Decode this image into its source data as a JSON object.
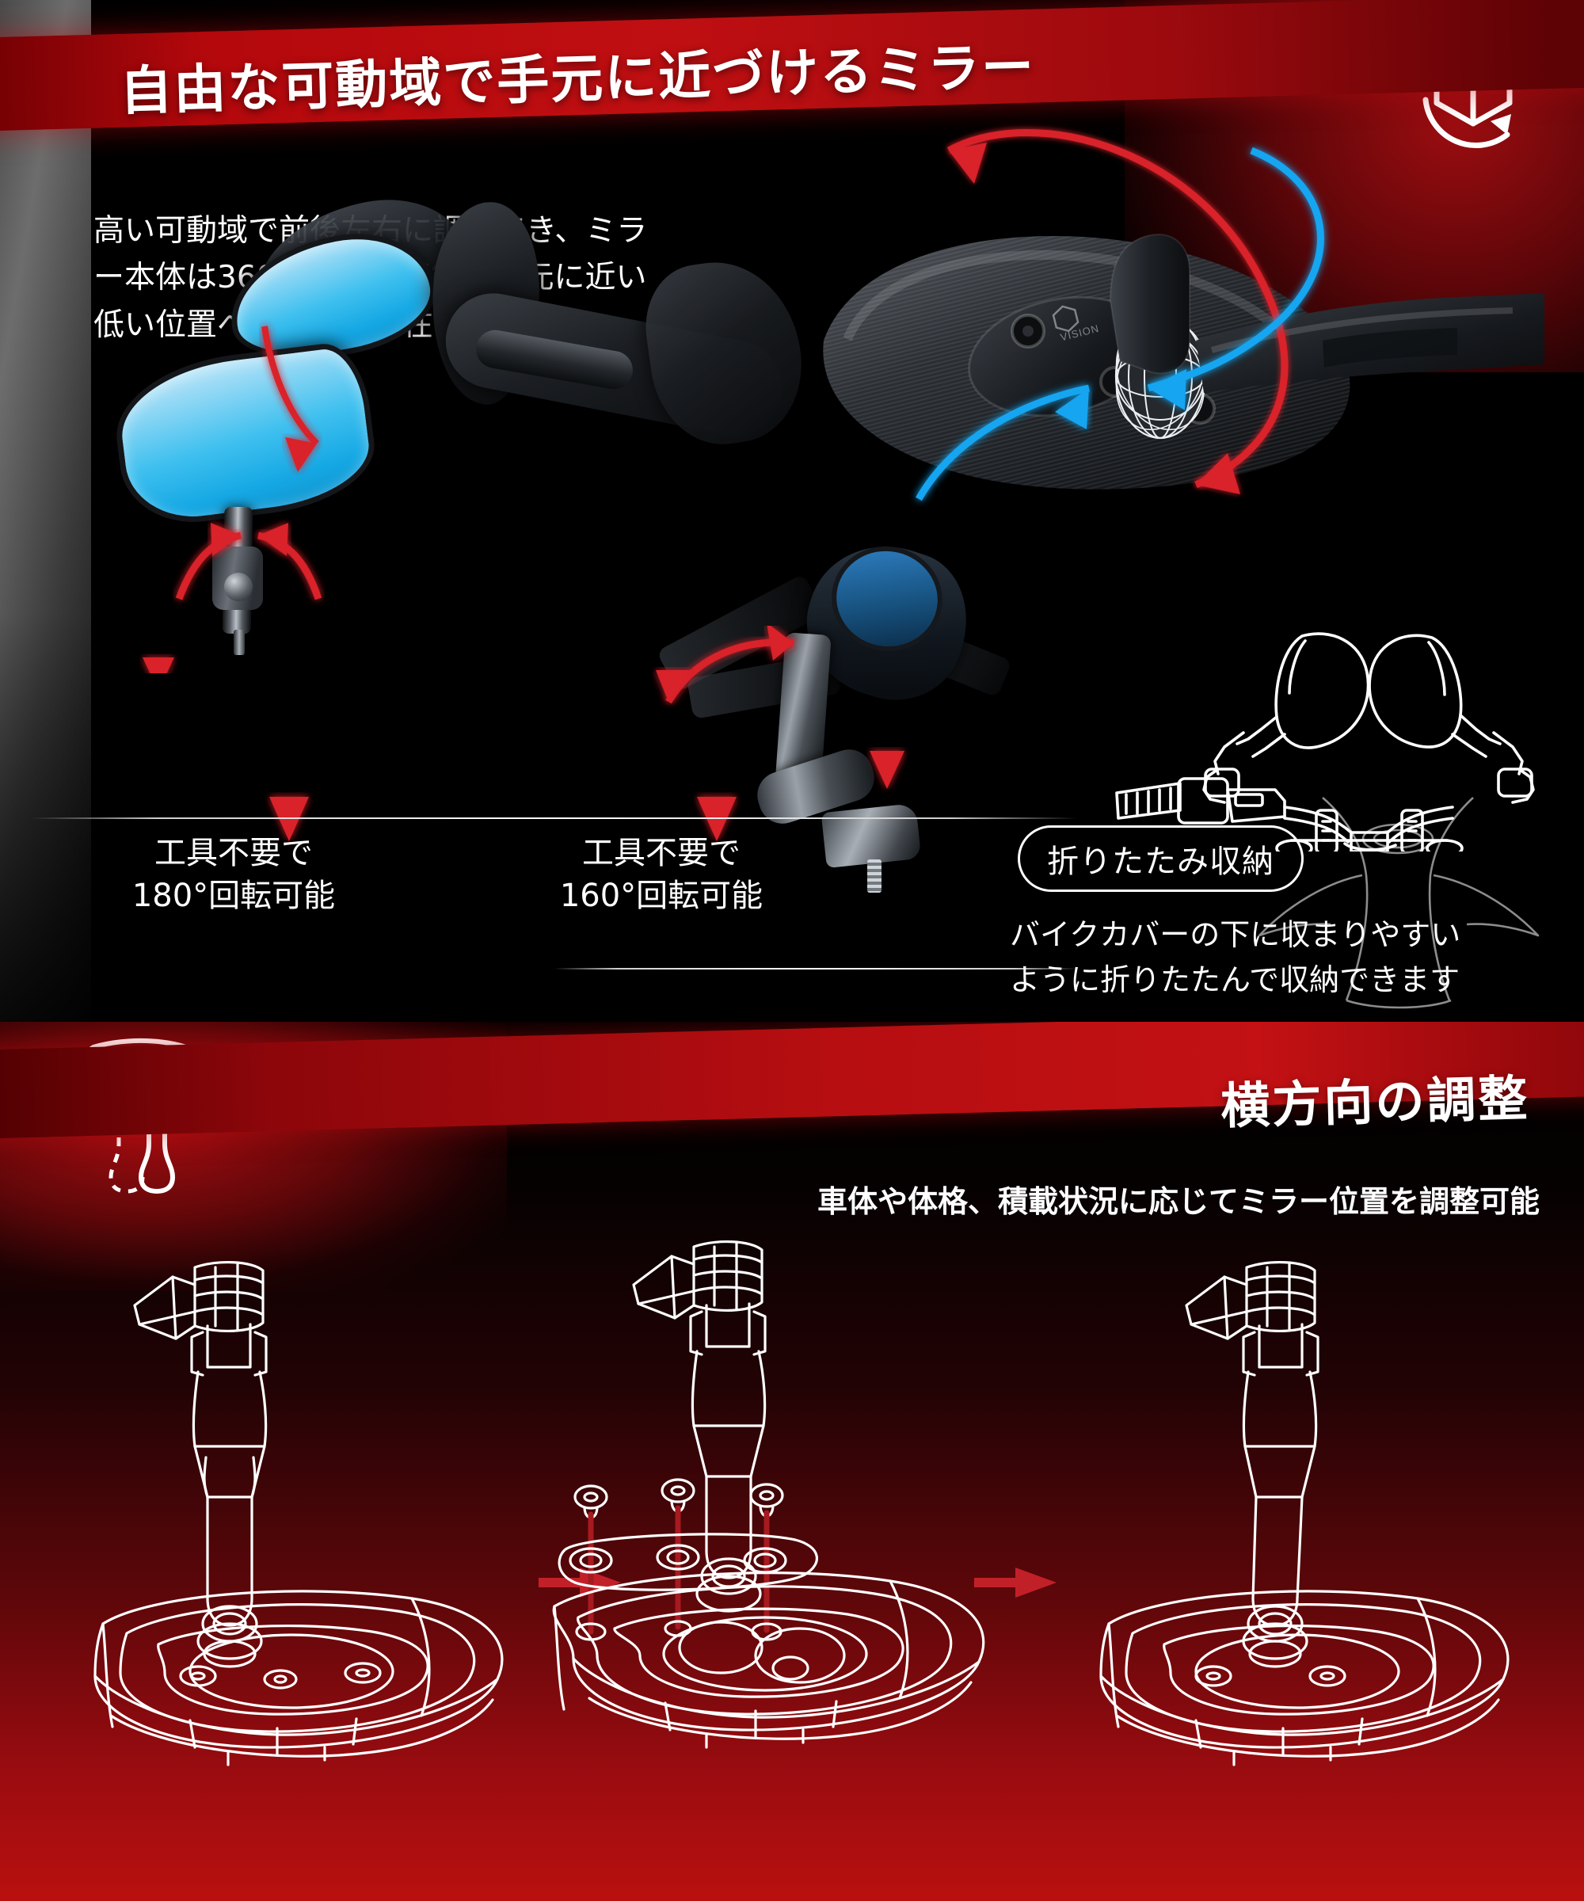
{
  "section1": {
    "title": "自由な可動域で手元に近づけるミラー",
    "lead": "高い可動域で前後左右に調整でき、ミラー本体は360度回転が可能。手元に近い低い位置への配置も自在です。",
    "icons": {
      "rotate_3d": "cube-rotate-icon"
    },
    "captions": [
      {
        "line1": "工具不要で",
        "line2": "180°回転可能"
      },
      {
        "line1": "工具不要で",
        "line2": "160°回転可能"
      }
    ],
    "fold": {
      "badge": "折りたたみ収納",
      "text_line1": "バイクカバーの下に収まりやすい",
      "text_line2": "ように折りたたんで収納できます"
    },
    "product_brand": "VISION"
  },
  "section2": {
    "title": "横方向の調整",
    "subtitle": "車体や体格、積載状況に応じてミラー位置を調整可能",
    "icons": {
      "lateral_adjust": "mirror-offset-icon"
    },
    "panels": [
      {
        "name": "base-standard"
      },
      {
        "name": "base-bolts-exploded"
      },
      {
        "name": "base-offset"
      }
    ],
    "connector": "arrow-right"
  },
  "colors": {
    "accent_red": "#c00f12",
    "deep_red": "#6e0003",
    "mirror_blue": "#15a8e4",
    "arrow_blue": "#12a5f0",
    "arrow_red": "#d9202a",
    "background": "#000000",
    "text": "#ffffff"
  }
}
